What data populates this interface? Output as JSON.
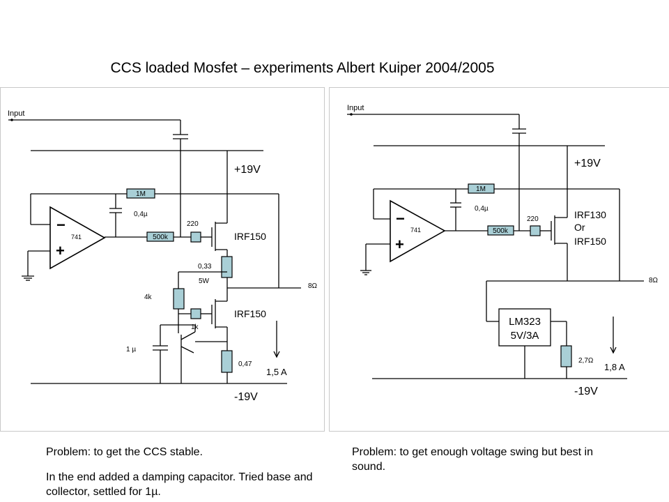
{
  "title": "CCS loaded Mosfet – experiments Albert Kuiper 2004/2005",
  "left": {
    "input": "Input",
    "vplus": "+19V",
    "vminus": "-19V",
    "r_fb": "1M",
    "c_fb": "0,4µ",
    "opamp": "741",
    "minus": "−",
    "plus": "+",
    "r_in": "500k",
    "r_gate": "220",
    "q1": "IRF150",
    "r_src": "0,33",
    "r_src_w": "5W",
    "out": "8Ω",
    "r_4k": "4k",
    "r_1k": "1k",
    "q2": "IRF150",
    "c_damp": "1 µ",
    "r_sense": "0,47",
    "current": "1,5 A",
    "problem": "Problem: to get the CCS stable.",
    "note": "In the end added a damping capacitor. Tried base and collector, settled for 1µ."
  },
  "right": {
    "input": "Input",
    "vplus": "+19V",
    "vminus": "-19V",
    "r_fb": "1M",
    "c_fb": "0,4µ",
    "opamp": "741",
    "minus": "−",
    "plus": "+",
    "r_in": "500k",
    "r_gate": "220",
    "q1_line1": "IRF130",
    "q1_line2": "Or",
    "q1_line3": "IRF150",
    "out": "8Ω",
    "reg_line1": "LM323",
    "reg_line2": "5V/3A",
    "r_set": "2,7Ω",
    "current": "1,8 A",
    "problem": "Problem: to get enough voltage swing but best in sound."
  }
}
